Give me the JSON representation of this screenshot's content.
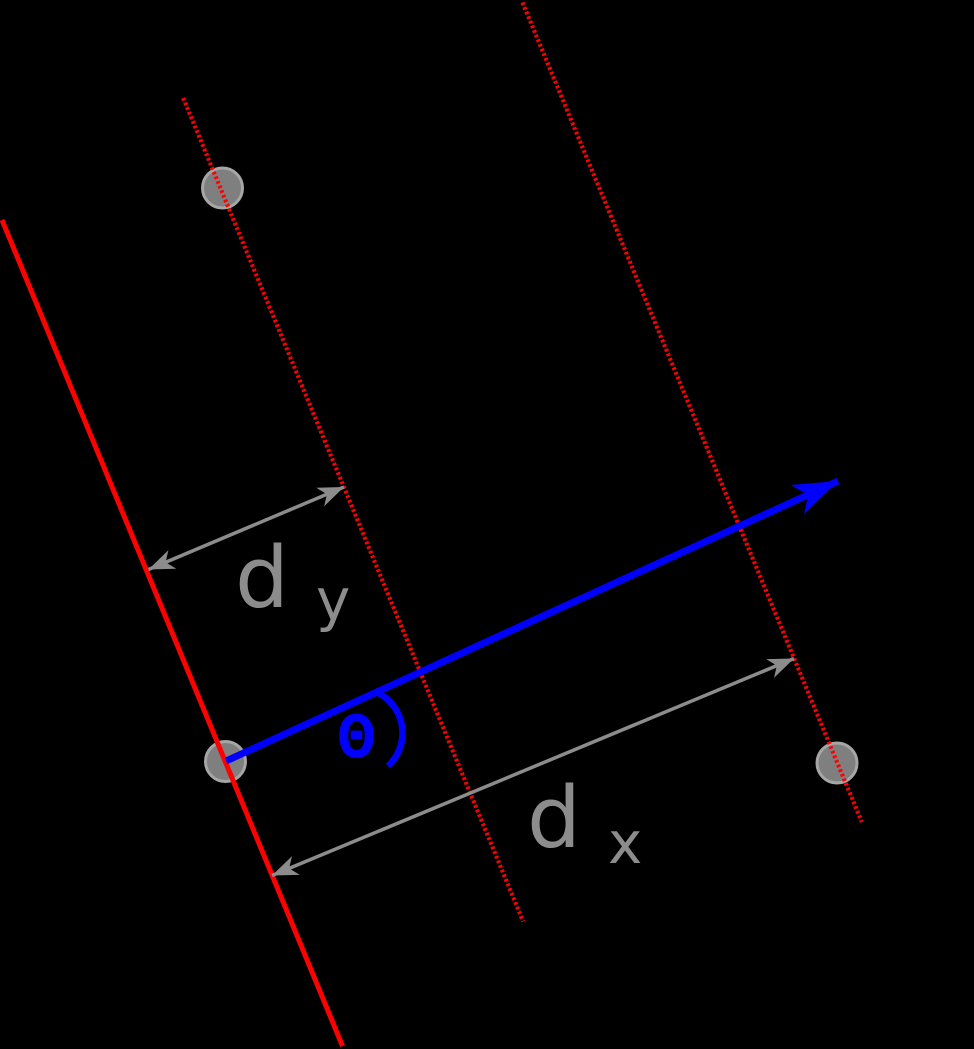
{
  "diagram": {
    "description_labels": {
      "dy_main": "d",
      "dy_sub": "y",
      "dx_main": "d",
      "dx_sub": "x",
      "theta": "Θ"
    },
    "colors": {
      "background": "#000000",
      "lattice_red": "#ff0000",
      "vector_blue": "#0000ff",
      "annotation_gray": "#8c8c8c",
      "atom_fill": "#7f7f7f",
      "atom_rim": "#a6a6a6"
    }
  }
}
